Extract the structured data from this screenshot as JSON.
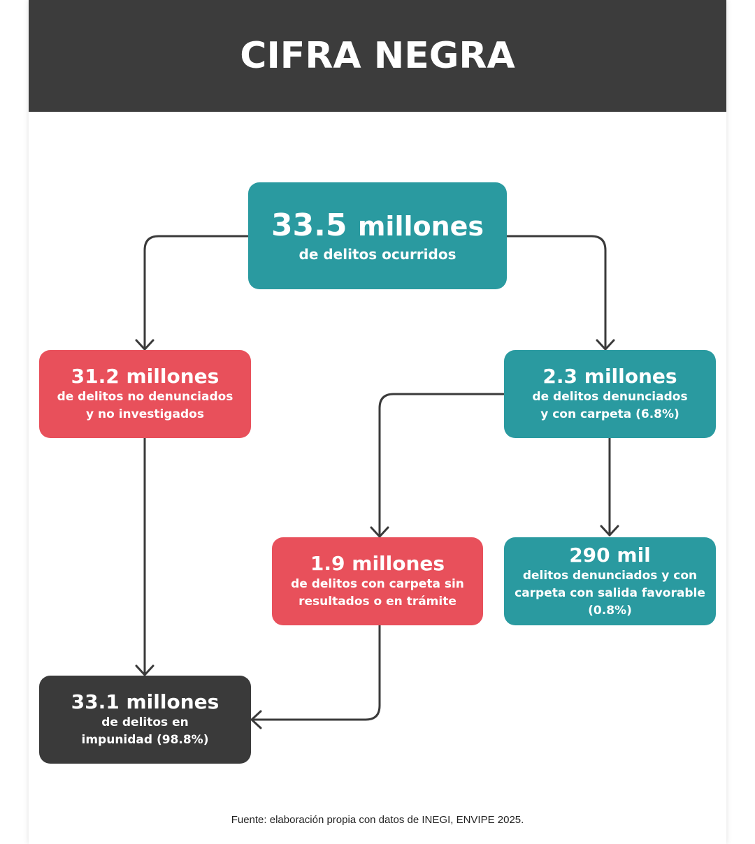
{
  "title": "CIFRA NEGRA",
  "colors": {
    "teal": "#2a9aa0",
    "red": "#e8505b",
    "dark": "#3a3a3a"
  },
  "nodes": {
    "total": {
      "value": "33.5",
      "unit": "millones",
      "desc": "de delitos ocurridos"
    },
    "no_denunciados": {
      "value": "31.2 millones",
      "desc1": "de delitos no denunciados",
      "desc2": "y no investigados"
    },
    "denunciados": {
      "value": "2.3 millones",
      "desc1": "de delitos denunciados",
      "desc2": "y con carpeta (6.8%)"
    },
    "sin_resultados": {
      "value": "1.9 millones",
      "desc1": "de delitos con carpeta sin",
      "desc2": "resultados o en trámite"
    },
    "favorable": {
      "value": "290 mil",
      "desc1": "delitos denunciados y con",
      "desc2": "carpeta con salida favorable",
      "desc3": "(0.8%)"
    },
    "impunidad": {
      "value": "33.1 millones",
      "desc1": "de delitos en",
      "desc2": "impunidad (98.8%)"
    }
  },
  "footer": "Fuente: elaboración propia con datos de INEGI, ENVIPE 2025."
}
